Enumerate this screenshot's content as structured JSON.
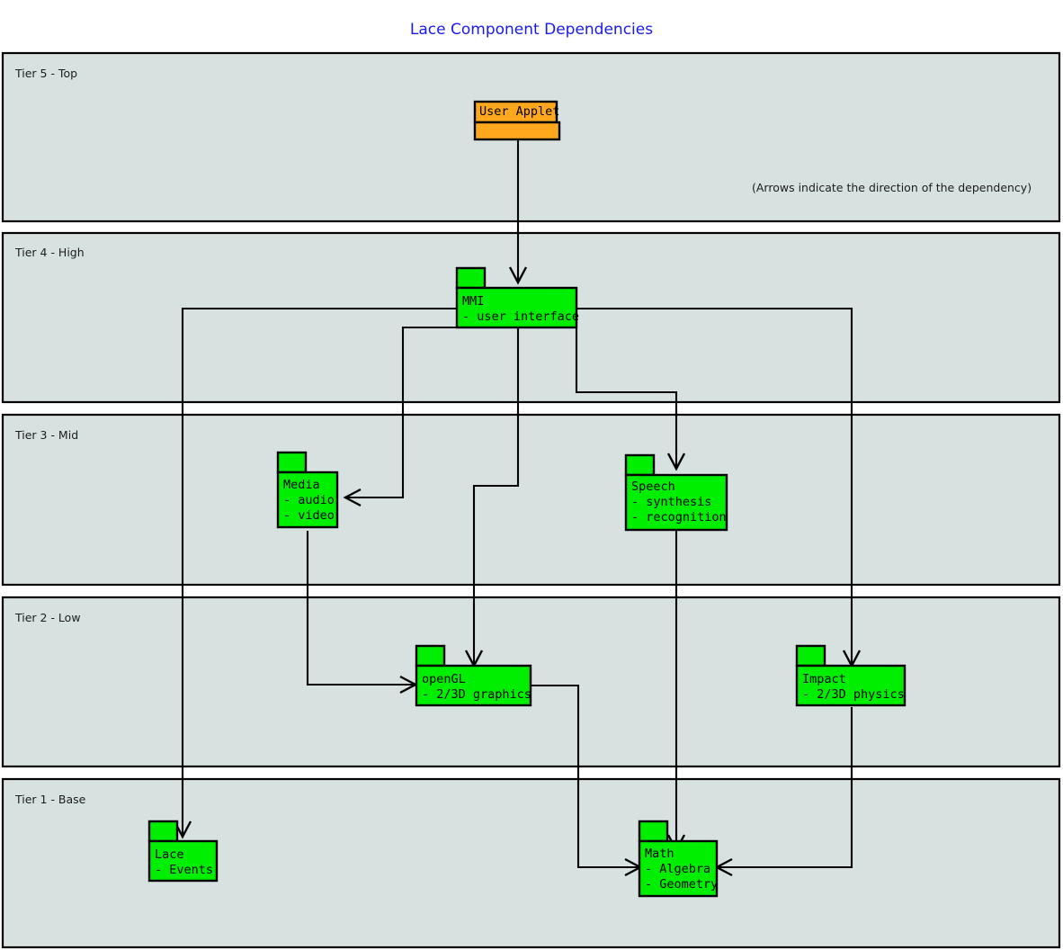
{
  "title": "Lace Component Dependencies",
  "legend": "(Arrows indicate the direction of the dependency)",
  "colors": {
    "title": "#1a1aee",
    "tier_fill": "#d7e2e0",
    "tier_stroke": "#000000",
    "package_green": "#00ee00",
    "package_orange": "#ffa81e",
    "connector": "#000000",
    "page_background": "#ffffff"
  },
  "tiers": [
    {
      "id": "tier5",
      "label": "Tier 5 - Top"
    },
    {
      "id": "tier4",
      "label": "Tier 4 - High"
    },
    {
      "id": "tier3",
      "label": "Tier 3 - Mid"
    },
    {
      "id": "tier2",
      "label": "Tier 2 - Low"
    },
    {
      "id": "tier1",
      "label": "Tier 1 - Base"
    }
  ],
  "packages": [
    {
      "id": "user-applet",
      "tier": "tier5",
      "color": "#ffa81e",
      "name": "User Applet",
      "lines": [
        "User Applet"
      ]
    },
    {
      "id": "mmi",
      "tier": "tier4",
      "color": "#00ee00",
      "name": "MMI",
      "lines": [
        "MMI",
        "- user interface"
      ]
    },
    {
      "id": "media",
      "tier": "tier3",
      "color": "#00ee00",
      "name": "Media",
      "lines": [
        "Media",
        "- audio",
        "- video"
      ]
    },
    {
      "id": "speech",
      "tier": "tier3",
      "color": "#00ee00",
      "name": "Speech",
      "lines": [
        "Speech",
        "- synthesis",
        "- recognition"
      ]
    },
    {
      "id": "opengl",
      "tier": "tier2",
      "color": "#00ee00",
      "name": "openGL",
      "lines": [
        "openGL",
        "- 2/3D graphics"
      ]
    },
    {
      "id": "impact",
      "tier": "tier2",
      "color": "#00ee00",
      "name": "Impact",
      "lines": [
        "Impact",
        "- 2/3D physics"
      ]
    },
    {
      "id": "lace",
      "tier": "tier1",
      "color": "#00ee00",
      "name": "Lace",
      "lines": [
        "Lace",
        "- Events"
      ]
    },
    {
      "id": "math",
      "tier": "tier1",
      "color": "#00ee00",
      "name": "Math",
      "lines": [
        "Math",
        "- Algebra",
        "- Geometry"
      ]
    }
  ],
  "dependencies": [
    {
      "from": "user-applet",
      "to": "mmi"
    },
    {
      "from": "mmi",
      "to": "media"
    },
    {
      "from": "mmi",
      "to": "speech"
    },
    {
      "from": "mmi",
      "to": "opengl"
    },
    {
      "from": "mmi",
      "to": "impact"
    },
    {
      "from": "mmi",
      "to": "lace"
    },
    {
      "from": "mmi",
      "to": "math"
    },
    {
      "from": "media",
      "to": "opengl"
    },
    {
      "from": "speech",
      "to": "math"
    },
    {
      "from": "opengl",
      "to": "math"
    },
    {
      "from": "impact",
      "to": "math"
    }
  ]
}
